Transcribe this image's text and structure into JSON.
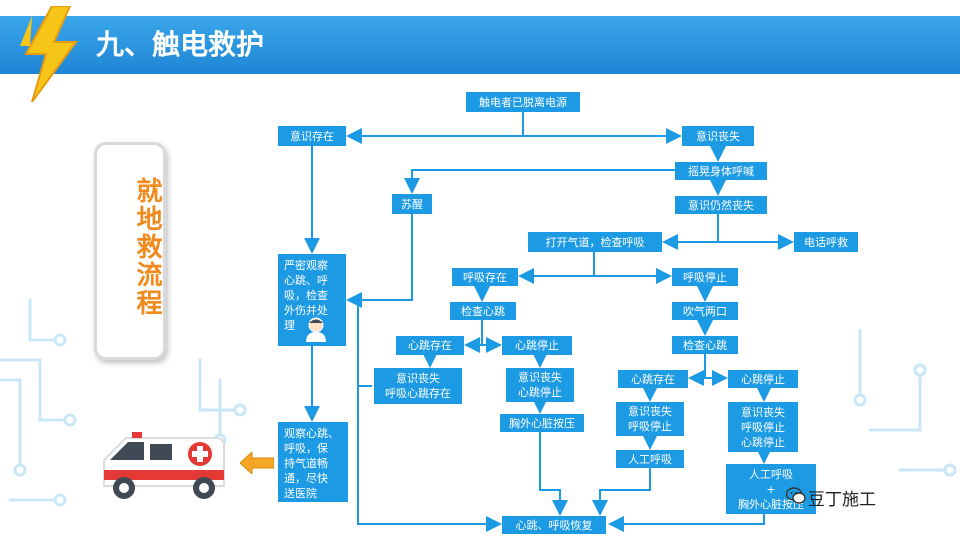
{
  "header": {
    "title": "九、触电救护"
  },
  "sidebar": {
    "label": "就地救流程"
  },
  "flow": {
    "n1": "触电者已脱离电源",
    "n2": "意识存在",
    "n3": "意识丧失",
    "n4": "摇晃身体呼喊",
    "n5": "苏醒",
    "n6": "意识仍然丧失",
    "n7": "打开气道，检查呼吸",
    "n8": "电话呼救",
    "n9": "严密观察\n心跳、呼\n吸，检查\n外伤并处\n理",
    "n10": "呼吸存在",
    "n11": "呼吸停止",
    "n12": "检查心跳",
    "n13": "吹气两口",
    "n14": "心跳存在",
    "n15": "心跳停止",
    "n16": "检查心跳",
    "n17": "意识丧失\n呼吸心跳存在",
    "n18": "意识丧失\n心跳停止",
    "n19": "心跳存在",
    "n20": "心跳停止",
    "n21": "胸外心脏按压",
    "n22": "意识丧失\n呼吸停止",
    "n23": "意识丧失\n呼吸停止\n心跳停止",
    "n24": "人工呼吸",
    "n25": "人工呼吸\n+\n胸外心脏按压",
    "n26": "观察心跳、\n呼吸，保\n持气道畅\n通，尽快\n送医院",
    "n27": "心跳、呼吸恢复"
  },
  "brand": {
    "text": "豆丁施工"
  },
  "colors": {
    "header": "#1f86d6",
    "box": "#1c9ae3",
    "accent": "#f08a1c"
  }
}
